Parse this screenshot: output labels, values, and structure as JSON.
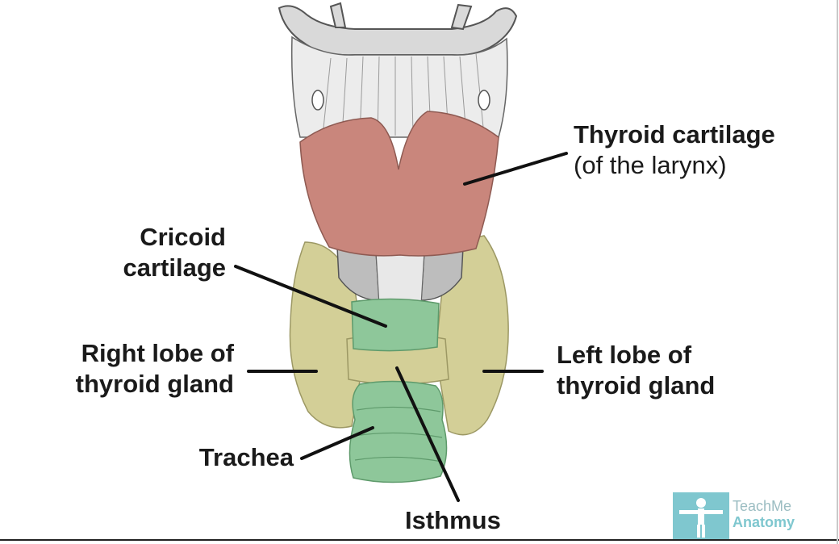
{
  "labels": {
    "thyroid_cartilage": {
      "line1": "Thyroid cartilage",
      "line2": "(of the larynx)"
    },
    "cricoid_cartilage": {
      "line1": "Cricoid",
      "line2": "cartilage"
    },
    "right_lobe": {
      "line1": "Right lobe of",
      "line2": "thyroid gland"
    },
    "left_lobe": {
      "line1": "Left lobe of",
      "line2": "thyroid gland"
    },
    "trachea": "Trachea",
    "isthmus": "Isthmus"
  },
  "logo": {
    "line1": "TeachMe",
    "line2": "Anatomy"
  },
  "colors": {
    "thyroid_cartilage_fill": "#c9867c",
    "thyroid_gland_fill": "#d3cf97",
    "cricoid_trachea_fill": "#8ec79a",
    "hyoid_fill": "#d9d9d9",
    "membrane_fill": "#ececec",
    "leader_lines": "#111111",
    "logo_accent": "#7fc7cf"
  }
}
